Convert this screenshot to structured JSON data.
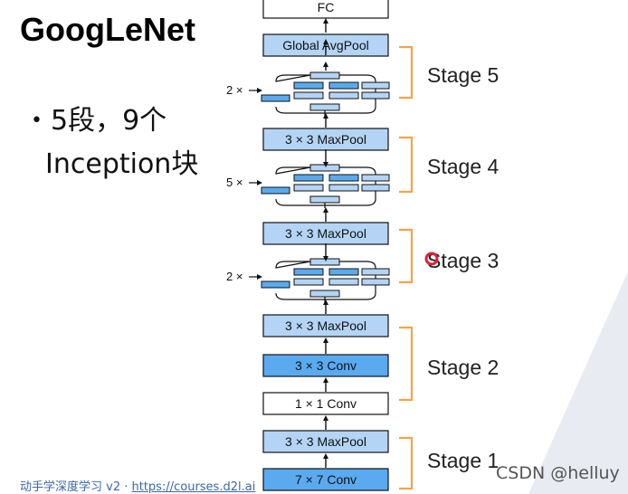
{
  "slide": {
    "title": "GoogLeNet",
    "bullet_line1": "5段，9个",
    "bullet_line2": "Inception块",
    "footer_prefix": "动手学深度学习 v2 · ",
    "footer_url": "https://courses.d2l.ai",
    "watermark": "CSDN @helluy"
  },
  "diagram": {
    "blocks": [
      {
        "id": "fc",
        "label": "FC",
        "color": "#ffffff"
      },
      {
        "id": "avgpool",
        "label": "Global AvgPool",
        "color": "#b3d4f5"
      },
      {
        "id": "maxpool4",
        "label": "3 × 3 MaxPool",
        "color": "#b3d4f5"
      },
      {
        "id": "maxpool3",
        "label": "3 × 3 MaxPool",
        "color": "#b3d4f5"
      },
      {
        "id": "maxpool2",
        "label": "3 × 3 MaxPool",
        "color": "#b3d4f5"
      },
      {
        "id": "conv3",
        "label": "3 × 3 Conv",
        "color": "#5aaaf0"
      },
      {
        "id": "conv1",
        "label": "1 × 1 Conv",
        "color": "#ffffff"
      },
      {
        "id": "maxpool1",
        "label": "3 × 3 MaxPool",
        "color": "#b3d4f5"
      },
      {
        "id": "conv7",
        "label": "7 × 7 Conv",
        "color": "#5aaaf0"
      }
    ],
    "inception_groups": [
      {
        "id": "inc5",
        "repeat": "2 ×"
      },
      {
        "id": "inc4",
        "repeat": "5 ×"
      },
      {
        "id": "inc3",
        "repeat": "2 ×"
      }
    ],
    "stages": [
      {
        "id": "s5",
        "label": "Stage 5"
      },
      {
        "id": "s4",
        "label": "Stage 4"
      },
      {
        "id": "s3",
        "label": "Stage 3"
      },
      {
        "id": "s2",
        "label": "Stage 2"
      },
      {
        "id": "s1",
        "label": "Stage 1"
      }
    ],
    "colors": {
      "light_blue": "#b3d4f5",
      "dark_blue": "#5aaaf0",
      "bracket": "#f0a54a",
      "cursor": "#e0203a"
    }
  }
}
